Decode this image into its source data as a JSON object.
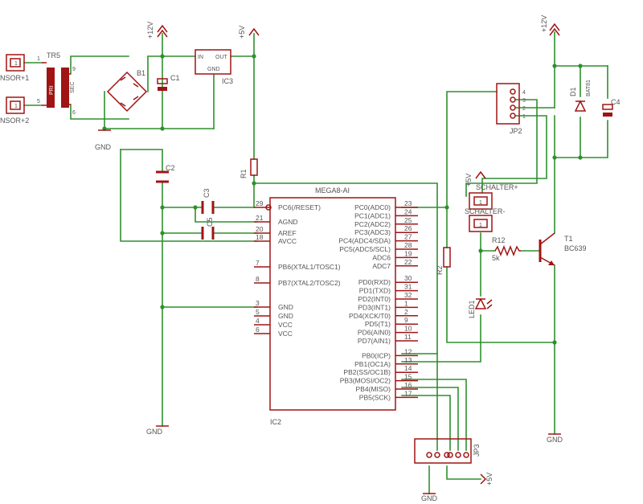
{
  "colors": {
    "wire": "#2f8f2f",
    "part": "#a01414",
    "text": "#555555",
    "background": "#ffffff"
  },
  "labels": {
    "tr5": "TR5",
    "pri": "PRI",
    "sec": "SEC",
    "sensor1": "NSOR+1",
    "sensor2": "NSOR+2",
    "pin1": "1",
    "pin5": "5",
    "pin9": "9",
    "pin6": "6",
    "b1": "B1",
    "c1": "C1",
    "ic3": "IC3",
    "ic3_in": "IN",
    "ic3_out": "OUT",
    "ic3_gnd": "GND",
    "gnd_top": "GND",
    "gnd_left": "GND",
    "gnd_right": "GND",
    "gnd_bottom": "GND",
    "v12_a": "+12V",
    "v12_b": "+12V",
    "v5_a": "+5V",
    "v5_b": "+5V",
    "v5_c": "+5V",
    "c2": "C2",
    "c3": "C3",
    "c5": "C5",
    "r1": "R1",
    "r2": "R2",
    "r12": "R12",
    "r12_val": "5k",
    "ic2_part": "MEGA8-AI",
    "ic2": "IC2",
    "jp2": "JP2",
    "jp3": "JP3",
    "d1": "D1",
    "d1_val": "BAT81",
    "c4": "C4",
    "schalter_p": "SCHALTER+",
    "schalter_m": "SCHALTER-",
    "t1": "T1",
    "t1_val": "BC639",
    "led1": "LED1",
    "jp2_pins": [
      "4",
      "3",
      "2",
      "1"
    ],
    "sw_pin1": "1",
    "sw_pin2": "1"
  },
  "ic2_left_pins": [
    {
      "num": "29",
      "name": "PC6(/RESET)"
    },
    {
      "num": "21",
      "name": "AGND"
    },
    {
      "num": "20",
      "name": "AREF"
    },
    {
      "num": "18",
      "name": "AVCC"
    },
    {
      "num": "7",
      "name": "PB6(XTAL1/TOSC1)"
    },
    {
      "num": "8",
      "name": "PB7(XTAL2/TOSC2)"
    },
    {
      "num": "3",
      "name": "GND"
    },
    {
      "num": "5",
      "name": "GND"
    },
    {
      "num": "4",
      "name": "VCC"
    },
    {
      "num": "6",
      "name": "VCC"
    }
  ],
  "ic2_right_pins": [
    {
      "num": "23",
      "name": "PC0(ADC0)"
    },
    {
      "num": "24",
      "name": "PC1(ADC1)"
    },
    {
      "num": "25",
      "name": "PC2(ADC2)"
    },
    {
      "num": "26",
      "name": "PC3(ADC3)"
    },
    {
      "num": "27",
      "name": "PC4(ADC4/SDA)"
    },
    {
      "num": "28",
      "name": "PC5(ADC5/SCL)"
    },
    {
      "num": "19",
      "name": "ADC6"
    },
    {
      "num": "22",
      "name": "ADC7"
    },
    {
      "num": "30",
      "name": "PD0(RXD)"
    },
    {
      "num": "31",
      "name": "PD1(TXD)"
    },
    {
      "num": "32",
      "name": "PD2(INT0)"
    },
    {
      "num": "1",
      "name": "PD3(INT1)"
    },
    {
      "num": "2",
      "name": "PD4(XCK/T0)"
    },
    {
      "num": "9",
      "name": "PD5(T1)"
    },
    {
      "num": "10",
      "name": "PD6(AIN0)"
    },
    {
      "num": "11",
      "name": "PD7(AIN1)"
    },
    {
      "num": "12",
      "name": "PB0(ICP)"
    },
    {
      "num": "13",
      "name": "PB1(OC1A)"
    },
    {
      "num": "14",
      "name": "PB2(SS/OC1B)"
    },
    {
      "num": "15",
      "name": "PB3(MOSI/OC2)"
    },
    {
      "num": "16",
      "name": "PB4(MISO)"
    },
    {
      "num": "17",
      "name": "PB5(SCK)"
    }
  ]
}
